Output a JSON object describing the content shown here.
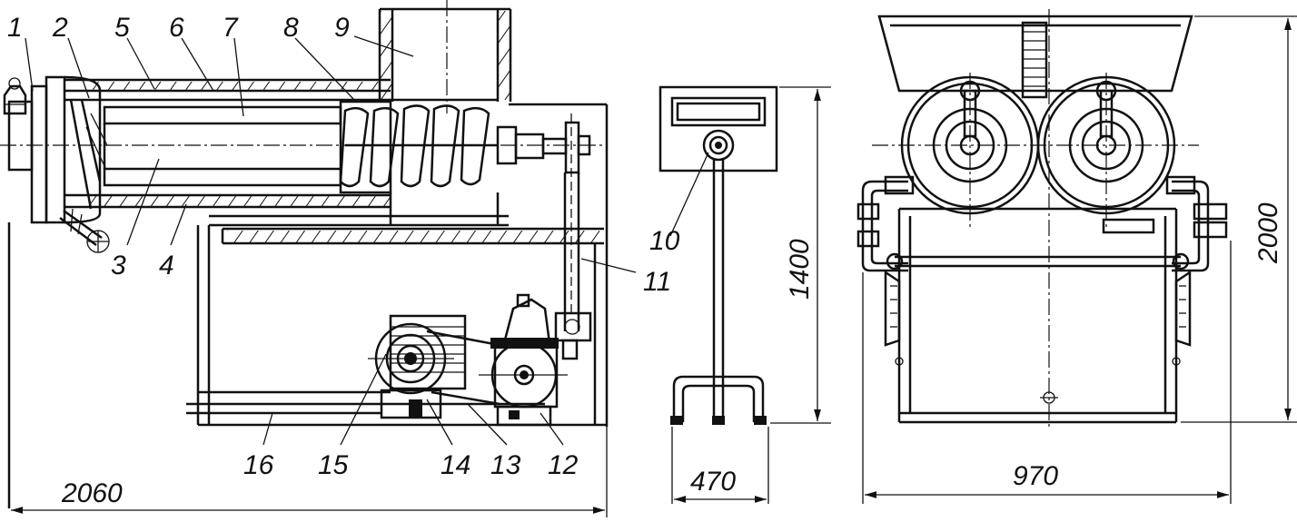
{
  "callouts": [
    "1",
    "2",
    "3",
    "4",
    "5",
    "6",
    "7",
    "8",
    "9",
    "10",
    "11",
    "12",
    "13",
    "14",
    "15",
    "16"
  ],
  "dimensions": {
    "side_length": "2060",
    "panel_height": "1400",
    "panel_width": "470",
    "front_width": "970",
    "front_height": "2000"
  }
}
